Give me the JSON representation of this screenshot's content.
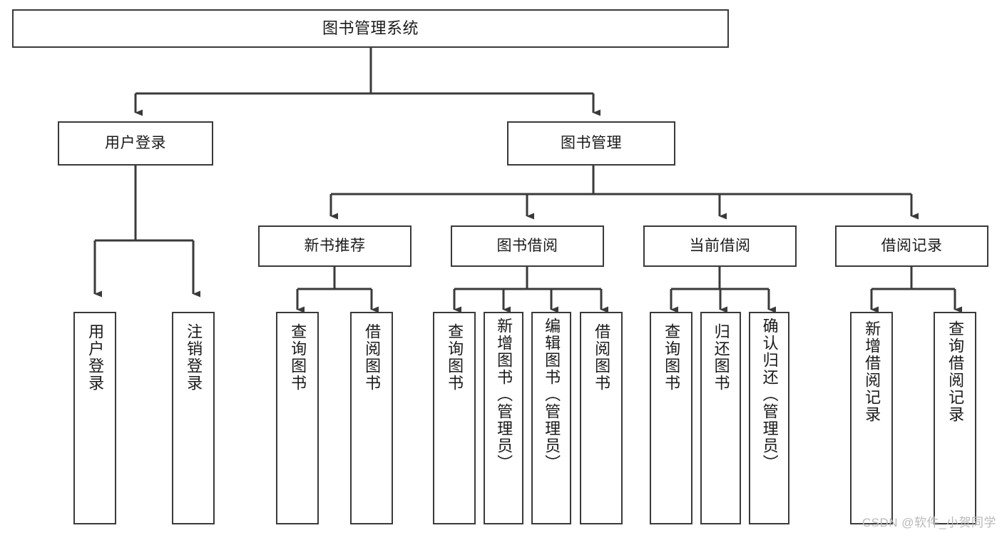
{
  "diagram": {
    "title": "图书管理系统",
    "type": "tree-hierarchy",
    "watermark": "CSDN @软件_小贺同学",
    "colors": {
      "stroke": "#3a3a3a",
      "fill": "#ffffff",
      "text": "#1a1a1a",
      "watermark": "#b9b9b9"
    },
    "nodes": {
      "root": {
        "label": "图书管理系统"
      },
      "level2": [
        {
          "id": "user-login",
          "label": "用户登录"
        },
        {
          "id": "book-manage",
          "label": "图书管理"
        }
      ],
      "level3": [
        {
          "id": "new-book-recommend",
          "label": "新书推荐"
        },
        {
          "id": "book-borrow",
          "label": "图书借阅"
        },
        {
          "id": "current-borrow",
          "label": "当前借阅"
        },
        {
          "id": "borrow-record",
          "label": "借阅记录"
        }
      ],
      "leaves": {
        "user-login": [
          {
            "id": "leaf-user-login",
            "label": "用户登录"
          },
          {
            "id": "leaf-logout-login",
            "label": "注销登录"
          }
        ],
        "new-book-recommend": [
          {
            "id": "leaf-query-book-1",
            "label": "查询图书"
          },
          {
            "id": "leaf-borrow-book-1",
            "label": "借阅图书"
          }
        ],
        "book-borrow": [
          {
            "id": "leaf-query-book-2",
            "label": "查询图书"
          },
          {
            "id": "leaf-add-book",
            "label": "新增图书（管理员）"
          },
          {
            "id": "leaf-edit-book",
            "label": "编辑图书（管理员）"
          },
          {
            "id": "leaf-borrow-book-2",
            "label": "借阅图书"
          }
        ],
        "current-borrow": [
          {
            "id": "leaf-query-book-3",
            "label": "查询图书"
          },
          {
            "id": "leaf-return-book",
            "label": "归还图书"
          },
          {
            "id": "leaf-confirm-return",
            "label": "确认归还（管理员）"
          }
        ],
        "borrow-record": [
          {
            "id": "leaf-add-record",
            "label": "新增借阅记录"
          },
          {
            "id": "leaf-query-record",
            "label": "查询借阅记录"
          }
        ]
      }
    }
  }
}
